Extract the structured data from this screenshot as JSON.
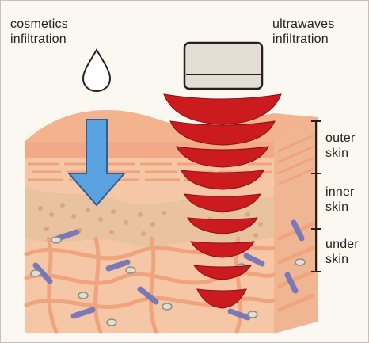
{
  "labels": {
    "cosmetics": "cosmetics\ninfiltration",
    "ultrawaves": "ultrawaves\ninfiltration",
    "outer_skin": "outer\nskin",
    "inner_skin": "inner\nskin",
    "under_skin": "under\nskin"
  },
  "icons": {
    "droplet": "droplet-icon",
    "arrow": "down-arrow-icon",
    "device": "ultrasound-probe-icon"
  },
  "colors": {
    "skin": "#f3b38f",
    "skin_light": "#f7cdb0",
    "fiber": "#f0a47e",
    "cells": "#d9a77f",
    "vessels": "#7b78b8",
    "wave": "#cc1b1f",
    "arrow": "#5aa1e0",
    "probe": "#e3ddd3"
  }
}
